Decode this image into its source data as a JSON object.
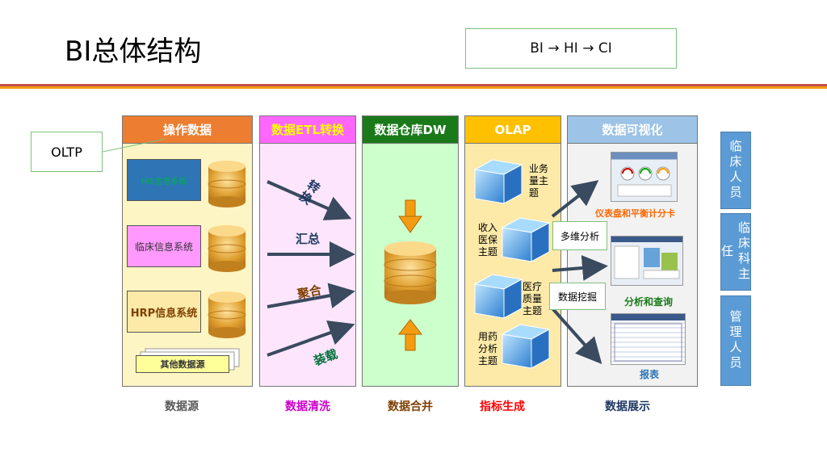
{
  "title": "BI总体结构",
  "top_box": "BI   → HI → CI",
  "oltp_label": "OLTP",
  "columns": [
    {
      "header": "操作数据",
      "footer": "数据源"
    },
    {
      "header": "数据ETL转换",
      "footer": "数据清洗"
    },
    {
      "header": "数据仓库DW",
      "footer": "数据合并"
    },
    {
      "header": "OLAP",
      "footer": "指标生成"
    },
    {
      "header": "数据可视化",
      "footer": "数据展示"
    }
  ],
  "sources": [
    "HIS信息系统",
    "临床信息系统",
    "HRP信息系统",
    "其他数据源"
  ],
  "etl_steps": [
    "转换",
    "汇总",
    "聚合",
    "装载"
  ],
  "olap_topics": [
    "业务量主题",
    "收入医保主题",
    "医疗质量主题",
    "用药分析主题"
  ],
  "analysis_boxes": [
    "多维分析",
    "数据挖掘"
  ],
  "visual_outputs": [
    "仪表盘和平衡计分卡",
    "分析和查询",
    "报表"
  ],
  "roles": [
    "临床人员",
    "临床科主任",
    "管理人员"
  ],
  "colors": {
    "col1_head": "#ed7d31",
    "col1_body": "#fdf5c4",
    "col2_head": "#ff66ff",
    "col2_body": "#fde6fd",
    "col3_head": "#1a7a1a",
    "col3_body": "#ccffcc",
    "col4_head": "#ffc000",
    "col4_body": "#fde9a8",
    "col5_head": "#9dc3e6",
    "col5_body": "#f2f2f2"
  }
}
